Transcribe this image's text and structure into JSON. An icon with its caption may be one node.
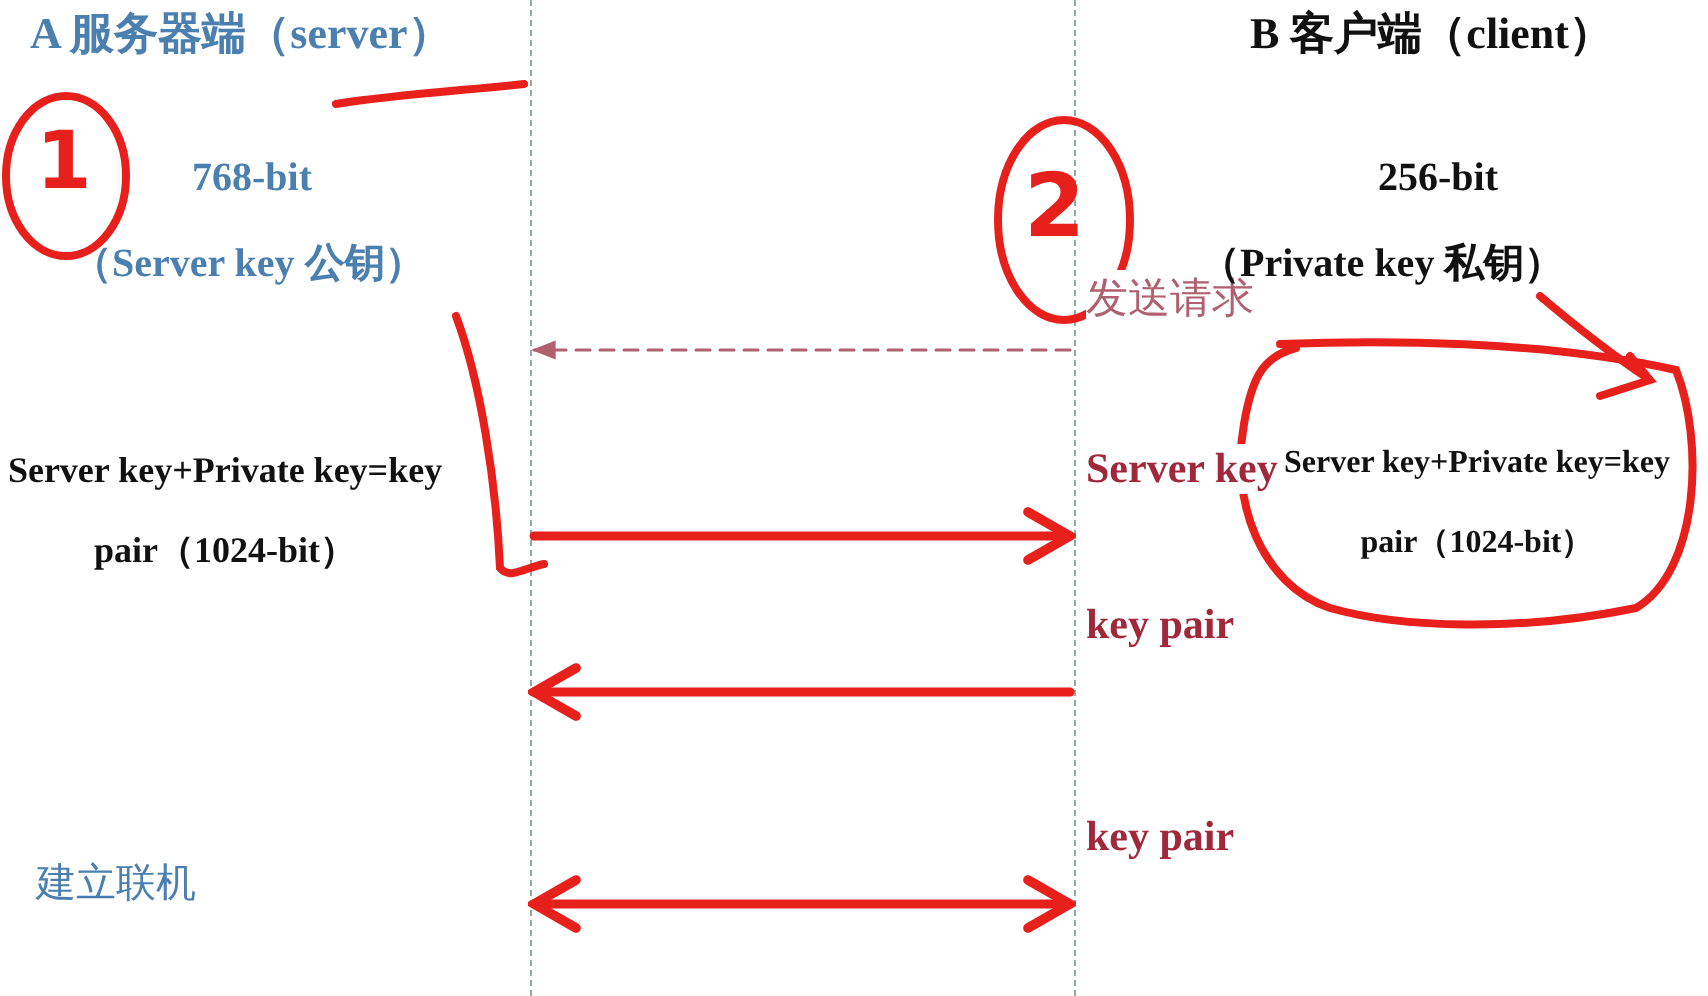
{
  "diagram": {
    "nodes": [
      {
        "text": [],
        "shape": "line"
      },
      {
        "text": [],
        "shape": "line"
      }
    ],
    "edges": [
      {
        "from": 1,
        "to": 0,
        "arrow": "to",
        "label": "发送请求",
        "style": "dashed",
        "color": "#b06070"
      },
      {
        "from": 0,
        "to": 1,
        "arrow": "to",
        "label": "Server key"
      },
      {
        "from": 1,
        "to": 0,
        "arrow": "to",
        "label": "key pair"
      },
      {
        "from": 0,
        "to": 1,
        "arrow": "both",
        "label": "key pair"
      }
    ],
    "labels": [
      "A 服务器端（server）",
      "B 客户端（client）",
      "1",
      "768-bit",
      "（Server key 公钥）",
      "2",
      "256-bit",
      "（Private key 私钥）",
      "Server key+Private key=key pair（1024-bit）",
      "Server key+Private key=key pair（1024-bit）",
      "建立联机"
    ]
  }
}
